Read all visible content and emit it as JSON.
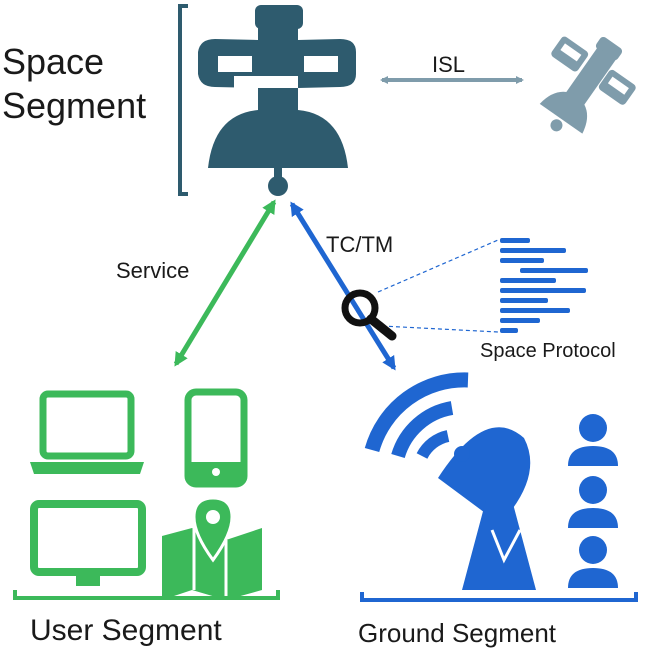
{
  "labels": {
    "space_segment_line1": "Space",
    "space_segment_line2": "Segment",
    "isl": "ISL",
    "service": "Service",
    "tc_tm": "TC/TM",
    "space_protocol": "Space Protocol",
    "user_segment": "User Segment",
    "ground_segment": "Ground Segment"
  },
  "colors": {
    "space": "#2e5b6e",
    "isl_satellite": "#7f9cab",
    "isl_arrow": "#7f9cab",
    "user": "#3cb95a",
    "ground": "#1f66d1",
    "magnifier": "#111111"
  },
  "icons": {
    "main_satellite": "satellite-icon",
    "second_satellite": "satellite-icon",
    "laptop": "laptop-icon",
    "phone": "smartphone-icon",
    "monitor": "monitor-icon",
    "map": "map-pin-icon",
    "dish": "satellite-dish-icon",
    "people": "user-icon",
    "magnifier": "magnifier-icon",
    "protocol": "text-lines-icon"
  }
}
